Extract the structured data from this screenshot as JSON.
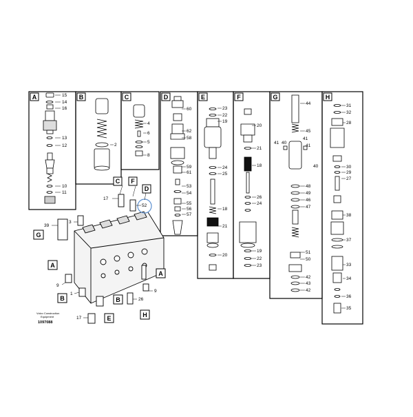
{
  "diagram": {
    "panels": {
      "A": {
        "letter": "A",
        "numbers": [
          "15",
          "14",
          "16",
          "13",
          "12",
          "10",
          "11"
        ]
      },
      "B": {
        "letter": "B",
        "numbers": [
          "2"
        ]
      },
      "C": {
        "letter": "C",
        "numbers": [
          "4",
          "6",
          "5",
          "8"
        ]
      },
      "D": {
        "letter": "D",
        "numbers": [
          "60",
          "62",
          "58",
          "59",
          "61",
          "53",
          "54",
          "55",
          "56",
          "57"
        ]
      },
      "E": {
        "letter": "E",
        "numbers": [
          "23",
          "22",
          "19",
          "24",
          "25",
          "18",
          "21",
          "20"
        ]
      },
      "F": {
        "letter": "F",
        "numbers": [
          "20",
          "21",
          "18",
          "26",
          "24",
          "19",
          "22",
          "23"
        ]
      },
      "G": {
        "letter": "G",
        "numbers": [
          "44",
          "45",
          "41",
          "40",
          "41",
          "41",
          "40",
          "48",
          "49",
          "46",
          "47",
          "51",
          "50",
          "42",
          "43",
          "42"
        ]
      },
      "H": {
        "letter": "H",
        "numbers": [
          "31",
          "32",
          "28",
          "30",
          "29",
          "27",
          "38",
          "37",
          "33",
          "34",
          "36",
          "35"
        ]
      }
    },
    "assembly": {
      "callouts": [
        "17",
        "52",
        "3",
        "39",
        "9",
        "1",
        "26",
        "9",
        "17"
      ],
      "labels": [
        "F",
        "D",
        "C",
        "G",
        "A",
        "A",
        "B",
        "B",
        "E",
        "H"
      ]
    },
    "credit": {
      "line1": "Volvo Construction",
      "line2": "Equipment",
      "code": "1097088"
    },
    "colors": {
      "stroke": "#000000",
      "highlight": "#5b8fd0",
      "background": "#ffffff"
    }
  }
}
